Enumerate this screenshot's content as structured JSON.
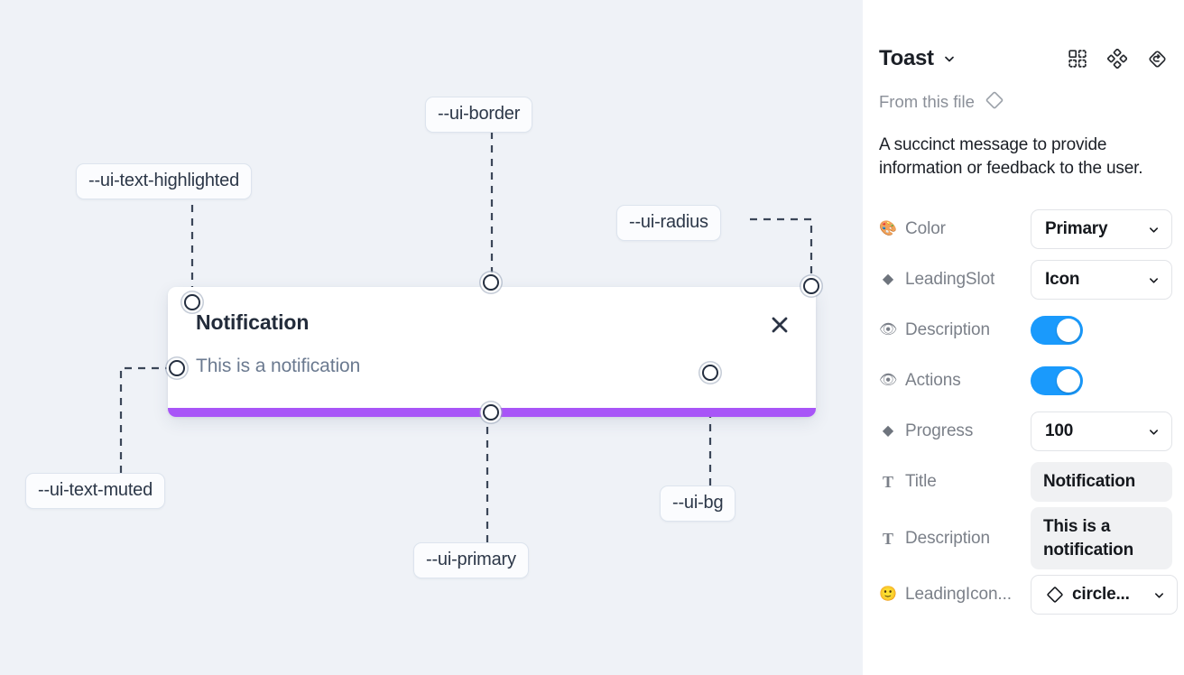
{
  "canvas": {
    "background_color": "#eff2f7",
    "toast": {
      "title": "Notification",
      "description": "This is a notification",
      "close_icon": "close-x-icon",
      "progress_color": "#a855f7",
      "background_color": "#ffffff"
    },
    "tokens": [
      {
        "id": "ui-text-highlighted",
        "label": "--ui-text-highlighted"
      },
      {
        "id": "ui-border",
        "label": "--ui-border"
      },
      {
        "id": "ui-radius",
        "label": "--ui-radius"
      },
      {
        "id": "ui-text-muted",
        "label": "--ui-text-muted"
      },
      {
        "id": "ui-primary",
        "label": "--ui-primary"
      },
      {
        "id": "ui-bg",
        "label": "--ui-bg"
      }
    ]
  },
  "panel": {
    "title": "Toast",
    "title_caret_icon": "chevron-down-icon",
    "header_icons": [
      {
        "name": "component-set-icon"
      },
      {
        "name": "component-icon"
      },
      {
        "name": "reset-instance-icon"
      }
    ],
    "from_file": {
      "label": "From this file",
      "icon": "diamond-icon"
    },
    "description": "A succinct message to provide information or feedback to the user.",
    "properties": [
      {
        "name": "Color",
        "glyph": "🎨",
        "glyph_name": "palette-emoji",
        "type": "select",
        "value": "Primary"
      },
      {
        "name": "LeadingSlot",
        "glyph": "◆",
        "glyph_name": "diamond-glyph",
        "type": "select",
        "value": "Icon"
      },
      {
        "name": "Description",
        "glyph": "👁",
        "glyph_name": "eye-emoji",
        "type": "toggle",
        "value": "on"
      },
      {
        "name": "Actions",
        "glyph": "👁",
        "glyph_name": "eye-emoji",
        "type": "toggle",
        "value": "on"
      },
      {
        "name": "Progress",
        "glyph": "◆",
        "glyph_name": "diamond-glyph",
        "type": "select",
        "value": "100"
      },
      {
        "name": "Title",
        "glyph": "T",
        "glyph_name": "text-glyph",
        "type": "text",
        "value": "Notification"
      },
      {
        "name": "Description",
        "glyph": "T",
        "glyph_name": "text-glyph",
        "type": "text",
        "value": "This is a notification"
      },
      {
        "name": "LeadingIcon...",
        "glyph": "🙂",
        "glyph_name": "smiley-emoji",
        "type": "icon-select",
        "value": "circle..."
      }
    ],
    "accent_color": "#1a9afc"
  }
}
